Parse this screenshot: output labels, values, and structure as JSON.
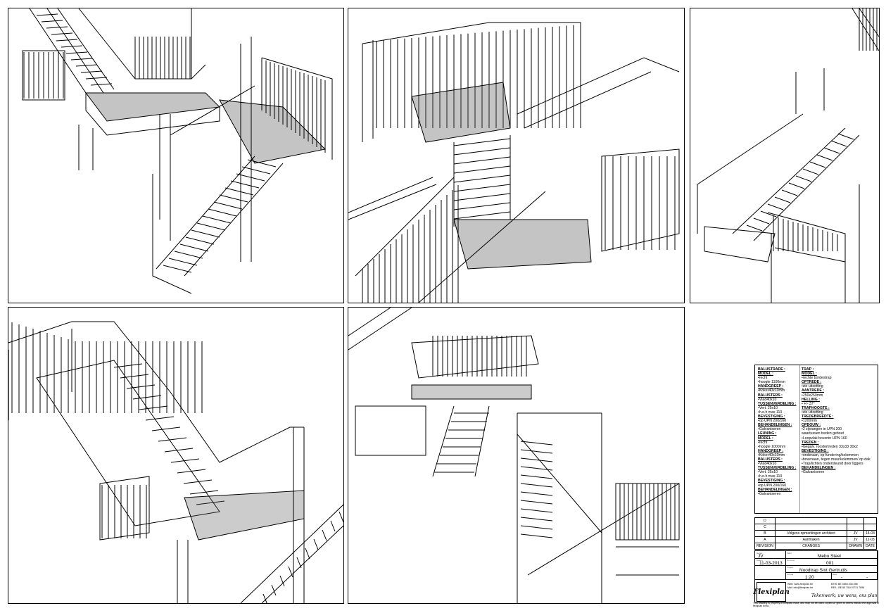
{
  "spec_left": [
    {
      "text": "BALUSTRADE :",
      "head": true
    },
    {
      "text": "MODEL :",
      "head": true
    },
    {
      "text": "•recht"
    },
    {
      "text": "•hoogte 1100mm"
    },
    {
      "text": "HANDGREEP :",
      "head": true
    },
    {
      "text": "•Koker40x10mm"
    },
    {
      "text": "BALUSTERS :",
      "head": true
    },
    {
      "text": "•Vlad40x10"
    },
    {
      "text": "TUSSENVERDELING :",
      "head": true
    },
    {
      "text": "•Vert. 25x10"
    },
    {
      "text": "•h.o.h max 110"
    },
    {
      "text": "BEVESTIGING :",
      "head": true
    },
    {
      "text": "•op UPN 200/160"
    },
    {
      "text": "BEHANDELINGEN :",
      "head": true
    },
    {
      "text": "•Galvaniseren"
    },
    {
      "text": " "
    },
    {
      "text": "LEUNING :",
      "head": true
    },
    {
      "text": "MODEL :",
      "head": true
    },
    {
      "text": "•recht"
    },
    {
      "text": "•hoogte 1000mm"
    },
    {
      "text": "HANDGREEP :",
      "head": true
    },
    {
      "text": "•Koker40x10mm"
    },
    {
      "text": "BALUSTERS :",
      "head": true
    },
    {
      "text": "•Vlad40x10"
    },
    {
      "text": "TUSSENVERDELING :",
      "head": true
    },
    {
      "text": "•Vert. 25x10"
    },
    {
      "text": "•h.o.h max 110"
    },
    {
      "text": "BEVESTIGING :",
      "head": true
    },
    {
      "text": "•op UPN 200/160"
    },
    {
      "text": "BEHANDELINGEN :",
      "head": true
    },
    {
      "text": "•Galvaniseren"
    }
  ],
  "spec_right": [
    {
      "text": "TRAP :",
      "head": true
    },
    {
      "text": "MODEL :",
      "head": true
    },
    {
      "text": "•rechte bordestrap"
    },
    {
      "text": "OPTREDE :",
      "head": true
    },
    {
      "text": "•zie uitzetting"
    },
    {
      "text": "AANTREDE :",
      "head": true
    },
    {
      "text": "•250x250mm"
    },
    {
      "text": "HELLING :",
      "head": true
    },
    {
      "text": "•  +/- 37°"
    },
    {
      "text": "TRAPHOOGTE :",
      "head": true
    },
    {
      "text": "•zie uitzetting"
    },
    {
      "text": "TREDEBREEDTE :",
      "head": true
    },
    {
      "text": "•1200mm"
    },
    {
      "text": "OPBOUW :",
      "head": true
    },
    {
      "text": "•2 zijwangen in UPN 200"
    },
    {
      "text": "  waartussen treden gebout"
    },
    {
      "text": "•Loopvlak bovenin UPN 160"
    },
    {
      "text": "TREDEN :",
      "head": true
    },
    {
      "text": "•Gegalv. roostertreden 33x33 30x2"
    },
    {
      "text": "BEVESTIGING :",
      "head": true
    },
    {
      "text": "•onderaan, op fundering/kolommen"
    },
    {
      "text": "•bovenaan, tegen muur/kolommen/ op dak"
    },
    {
      "text": "•Trap/lichten ondersteund door liggers"
    },
    {
      "text": "BEHANDELINGEN :",
      "head": true
    },
    {
      "text": "•Galvaniseren"
    }
  ],
  "revisions": {
    "rows": [
      [
        "D",
        "",
        "",
        ""
      ],
      [
        "C",
        "",
        "",
        ""
      ],
      [
        "B",
        "Volgens opmerkingen architect",
        "JV",
        "14-03"
      ],
      [
        "A",
        "Aanmaken",
        "JV",
        "11-03"
      ]
    ],
    "header": [
      "REVISION",
      "CHANGES",
      "DRAWN",
      "DATE"
    ]
  },
  "title_block": {
    "drawn_label": "Getek.",
    "drawn": "JV",
    "client_label": "Klant",
    "client": "Mebo Steel",
    "date_label": "Datum",
    "date": "11-03-2013",
    "number_label": "Nummer",
    "number": "001",
    "project_label": "Project",
    "project": "Noodtrap Sint Gertrudis",
    "scale_label": "Schaal",
    "scale": "1:20",
    "sheet_label": "Blad",
    "sheet_a": "-",
    "sheet_b": "-",
    "logo": "Flexiplan",
    "web": "Web: www.flexiplan.be",
    "mail": "Mail: info@flexiplan.be",
    "btw": "BTW: BE 0894.030.596",
    "rek": "REK.: BE 65 7510 0731 7696",
    "motto": "Tekenwerk; uw wens, ons plan",
    "property": "This drawing is property of flexiplan bvba, and may not be used, copied or given to others without the approval of flexiplan bvba."
  },
  "colors": {
    "line": "#000000",
    "paper": "#ffffff",
    "grating": "#555555"
  }
}
